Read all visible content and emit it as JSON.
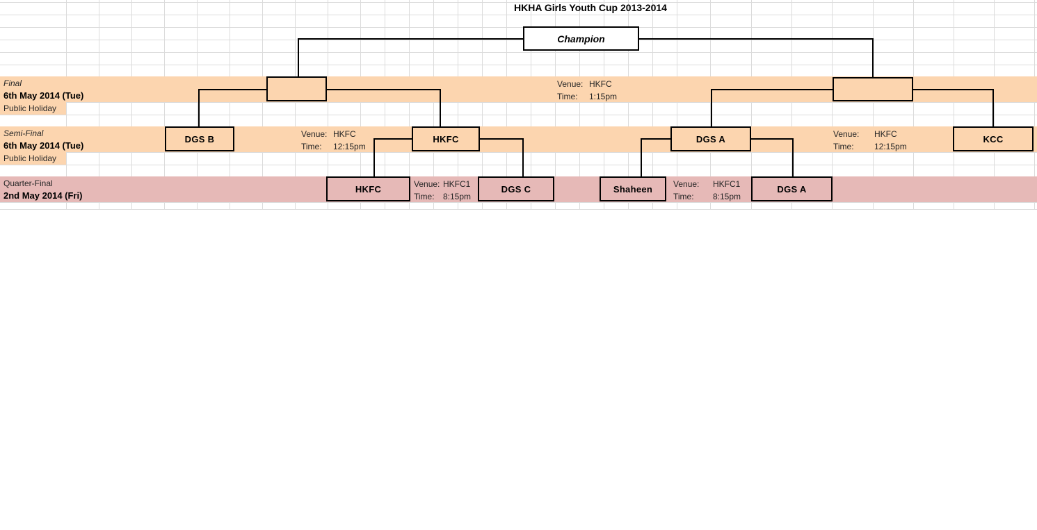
{
  "title": "HKHA Girls Youth Cup 2013-2014",
  "champion_label": "Champion",
  "rounds": {
    "final": {
      "name": "Final",
      "date": "6th May 2014 (Tue)",
      "note": "Public Holiday"
    },
    "semi_final": {
      "name": "Semi-Final",
      "date": "6th May 2014 (Tue)",
      "note": "Public Holiday"
    },
    "quarter_final": {
      "name": "Quarter-Final",
      "date": "2nd May 2014 (Fri)"
    }
  },
  "venue_blocks": {
    "final": {
      "venue_label": "Venue:",
      "venue": "HKFC",
      "time_label": "Time:",
      "time": "1:15pm"
    },
    "semi_left": {
      "venue_label": "Venue:",
      "venue": "HKFC",
      "time_label": "Time:",
      "time": "12:15pm"
    },
    "semi_right": {
      "venue_label": "Venue:",
      "venue": "HKFC",
      "time_label": "Time:",
      "time": "12:15pm"
    },
    "quarter_left": {
      "venue_label": "Venue:",
      "venue": "HKFC1",
      "time_label": "Time:",
      "time": "8:15pm"
    },
    "quarter_right": {
      "venue_label": "Venue:",
      "venue": "HKFC1",
      "time_label": "Time:",
      "time": "8:15pm"
    }
  },
  "teams": {
    "semi_final": [
      "DGS B",
      "HKFC",
      "DGS A",
      "KCC"
    ],
    "quarter_final": [
      "HKFC",
      "DGS C",
      "Shaheen",
      "DGS A"
    ]
  },
  "colors": {
    "band_peach": "#FCD5AF",
    "band_pink": "#E6B9B7",
    "gridline": "#DBDBDB",
    "connector": "#000000"
  }
}
